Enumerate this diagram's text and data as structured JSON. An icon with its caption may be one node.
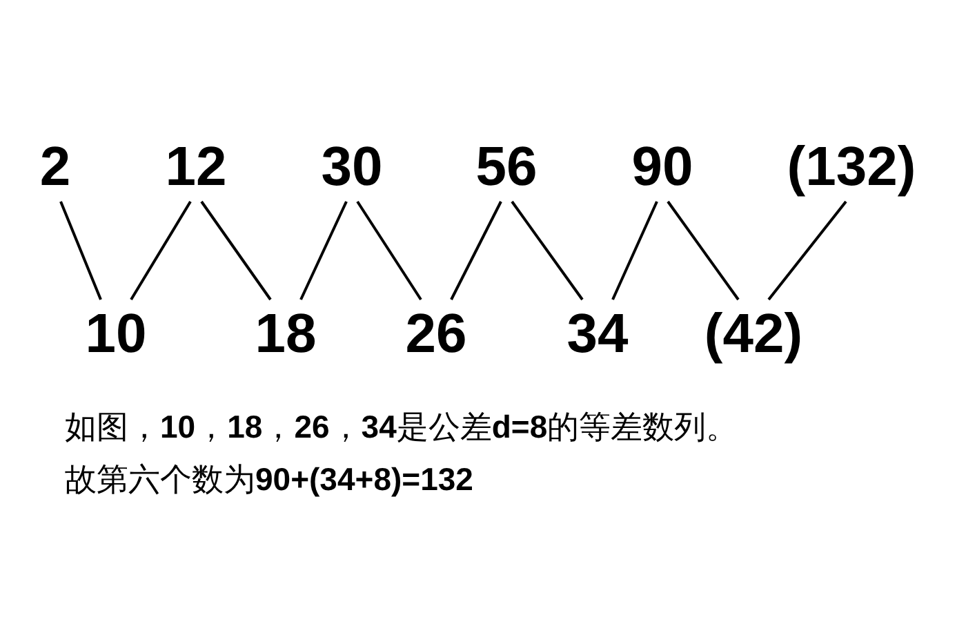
{
  "diagram": {
    "nodes": [
      {
        "text": [
          "2"
        ]
      },
      {
        "text": [
          "12"
        ]
      },
      {
        "text": [
          "30"
        ]
      },
      {
        "text": [
          "56"
        ]
      },
      {
        "text": [
          "90"
        ]
      },
      {
        "text": [
          "(132)"
        ]
      },
      {
        "text": [
          "10"
        ]
      },
      {
        "text": [
          "18"
        ]
      },
      {
        "text": [
          "26"
        ]
      },
      {
        "text": [
          "34"
        ]
      },
      {
        "text": [
          "(42)"
        ]
      }
    ],
    "edges": [
      {
        "from": 0,
        "to": 6,
        "arrow": "none"
      },
      {
        "from": 1,
        "to": 6,
        "arrow": "none"
      },
      {
        "from": 1,
        "to": 7,
        "arrow": "none"
      },
      {
        "from": 2,
        "to": 7,
        "arrow": "none"
      },
      {
        "from": 2,
        "to": 8,
        "arrow": "none"
      },
      {
        "from": 3,
        "to": 8,
        "arrow": "none"
      },
      {
        "from": 3,
        "to": 9,
        "arrow": "none"
      },
      {
        "from": 4,
        "to": 9,
        "arrow": "none"
      },
      {
        "from": 4,
        "to": 10,
        "arrow": "none"
      },
      {
        "from": 5,
        "to": 10,
        "arrow": "none"
      }
    ],
    "labels": [
      "如图，**10**，**18**，**26**，**34**是公差**d=8**的等差数列。",
      "故第六个数为**90+(34+8)=132**"
    ]
  }
}
